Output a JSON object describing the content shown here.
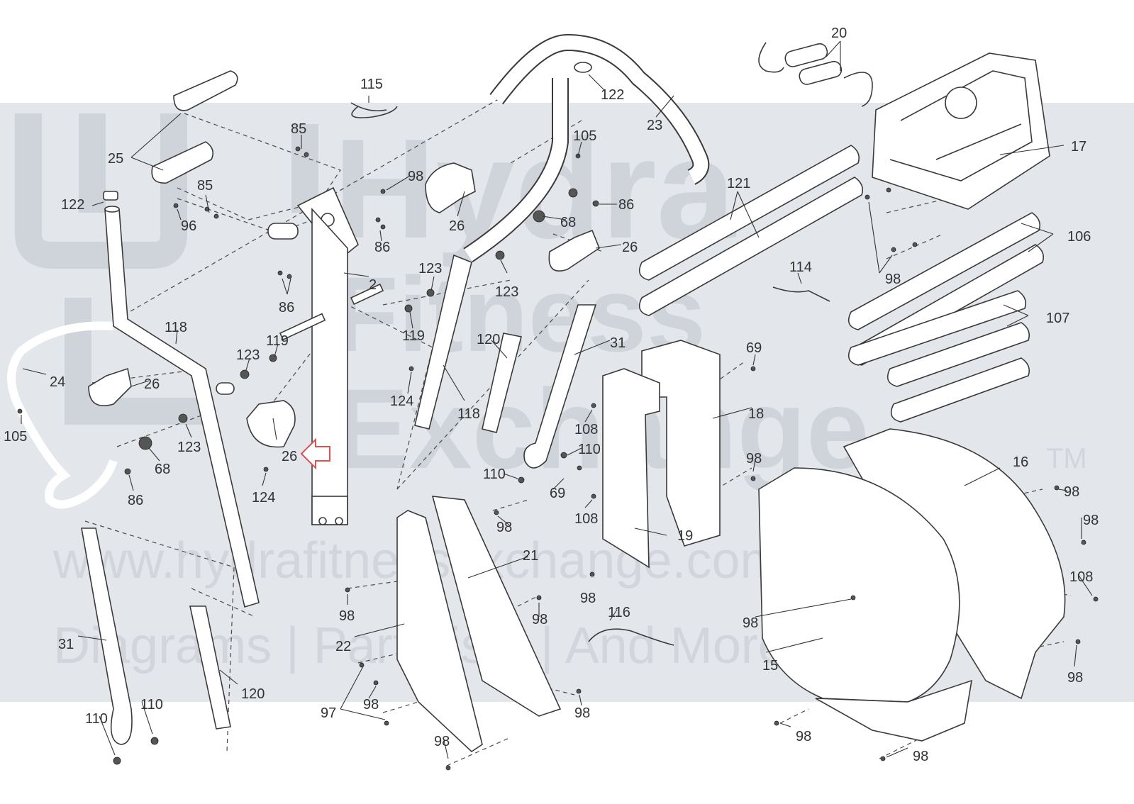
{
  "watermark": {
    "brand_line1": "Hydra",
    "brand_line2": "Fitness",
    "brand_line3": "Exchange",
    "trademark": "TM",
    "url": "www.hydrafitnessexchange.com",
    "tagline": "Diagrams | Part Lists | And More"
  },
  "labels": [
    {
      "id": "l20",
      "text": "20"
    },
    {
      "id": "l115",
      "text": "115"
    },
    {
      "id": "l122a",
      "text": "122"
    },
    {
      "id": "l23",
      "text": "23"
    },
    {
      "id": "l17",
      "text": "17"
    },
    {
      "id": "l25",
      "text": "25"
    },
    {
      "id": "l85a",
      "text": "85"
    },
    {
      "id": "l105a",
      "text": "105"
    },
    {
      "id": "l98a",
      "text": "98"
    },
    {
      "id": "l122b",
      "text": "122"
    },
    {
      "id": "l85b",
      "text": "85"
    },
    {
      "id": "l96",
      "text": "96"
    },
    {
      "id": "l86a",
      "text": "86"
    },
    {
      "id": "l26a",
      "text": "26"
    },
    {
      "id": "l86b",
      "text": "86"
    },
    {
      "id": "l68a",
      "text": "68"
    },
    {
      "id": "l121",
      "text": "121"
    },
    {
      "id": "l106",
      "text": "106"
    },
    {
      "id": "l26b",
      "text": "26"
    },
    {
      "id": "l2",
      "text": "2"
    },
    {
      "id": "l123a",
      "text": "123"
    },
    {
      "id": "l123b",
      "text": "123"
    },
    {
      "id": "l86c",
      "text": "86"
    },
    {
      "id": "l98b",
      "text": "98"
    },
    {
      "id": "l114",
      "text": "114"
    },
    {
      "id": "l107",
      "text": "107"
    },
    {
      "id": "l118a",
      "text": "118"
    },
    {
      "id": "l119a",
      "text": "119"
    },
    {
      "id": "l123c",
      "text": "123"
    },
    {
      "id": "l119b",
      "text": "119"
    },
    {
      "id": "l120a",
      "text": "120"
    },
    {
      "id": "l31a",
      "text": "31"
    },
    {
      "id": "l69a",
      "text": "69"
    },
    {
      "id": "l24",
      "text": "24"
    },
    {
      "id": "l26c",
      "text": "26"
    },
    {
      "id": "l124a",
      "text": "124"
    },
    {
      "id": "l18",
      "text": "18"
    },
    {
      "id": "l118b",
      "text": "118"
    },
    {
      "id": "l108a",
      "text": "108"
    },
    {
      "id": "l105b",
      "text": "105"
    },
    {
      "id": "l123d",
      "text": "123"
    },
    {
      "id": "l26d",
      "text": "26"
    },
    {
      "id": "l110a",
      "text": "110"
    },
    {
      "id": "l68b",
      "text": "68"
    },
    {
      "id": "l98c",
      "text": "98"
    },
    {
      "id": "l16",
      "text": "16"
    },
    {
      "id": "l110b",
      "text": "110"
    },
    {
      "id": "l86d",
      "text": "86"
    },
    {
      "id": "l124b",
      "text": "124"
    },
    {
      "id": "l69b",
      "text": "69"
    },
    {
      "id": "l98d",
      "text": "98"
    },
    {
      "id": "l98e",
      "text": "98"
    },
    {
      "id": "l108b",
      "text": "108"
    },
    {
      "id": "l98f",
      "text": "98"
    },
    {
      "id": "l19",
      "text": "19"
    },
    {
      "id": "l21",
      "text": "21"
    },
    {
      "id": "l98g",
      "text": "98"
    },
    {
      "id": "l108c",
      "text": "108"
    },
    {
      "id": "l116",
      "text": "116"
    },
    {
      "id": "l98h",
      "text": "98"
    },
    {
      "id": "l98i",
      "text": "98"
    },
    {
      "id": "l98j",
      "text": "98"
    },
    {
      "id": "l31b",
      "text": "31"
    },
    {
      "id": "l22",
      "text": "22"
    },
    {
      "id": "l15",
      "text": "15"
    },
    {
      "id": "l98k",
      "text": "98"
    },
    {
      "id": "l120b",
      "text": "120"
    },
    {
      "id": "l110c",
      "text": "110"
    },
    {
      "id": "l110d",
      "text": "110"
    },
    {
      "id": "l97",
      "text": "97"
    },
    {
      "id": "l98l",
      "text": "98"
    },
    {
      "id": "l98m",
      "text": "98"
    },
    {
      "id": "l98n",
      "text": "98"
    },
    {
      "id": "l98o",
      "text": "98"
    },
    {
      "id": "l98p",
      "text": "98"
    }
  ],
  "colors": {
    "watermark_band": "#e3e6ea",
    "watermark_text": "#cfd4db",
    "line": "#3a3a3a",
    "highlight_arrow": "#d9534f"
  }
}
